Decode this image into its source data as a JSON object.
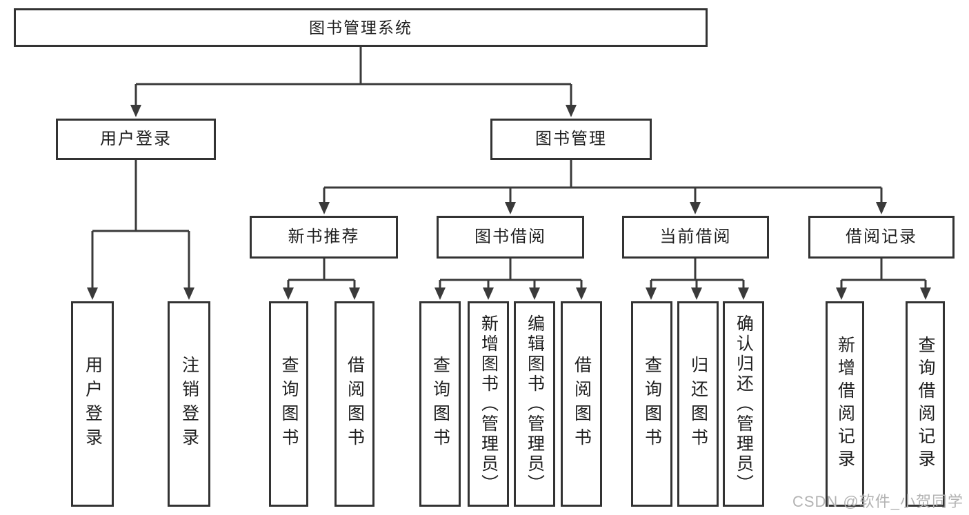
{
  "diagram_title": "图书管理系统",
  "tree": {
    "root": {
      "label": "图书管理系统"
    },
    "branches": [
      {
        "label": "用户登录",
        "children": [
          {
            "label": "用户登录"
          },
          {
            "label": "注销登录"
          }
        ]
      },
      {
        "label": "图书管理",
        "children": [
          {
            "label": "新书推荐",
            "children": [
              {
                "label": "查询图书"
              },
              {
                "label": "借阅图书"
              }
            ]
          },
          {
            "label": "图书借阅",
            "children": [
              {
                "label": "查询图书"
              },
              {
                "label": "新增图书（管理员）"
              },
              {
                "label": "编辑图书（管理员）"
              },
              {
                "label": "借阅图书"
              }
            ]
          },
          {
            "label": "当前借阅",
            "children": [
              {
                "label": "查询图书"
              },
              {
                "label": "归还图书"
              },
              {
                "label": "确认归还（管理员）"
              }
            ]
          },
          {
            "label": "借阅记录",
            "children": [
              {
                "label": "新增借阅记录"
              },
              {
                "label": "查询借阅记录"
              }
            ]
          }
        ]
      }
    ]
  },
  "colors": {
    "line": "#3a3a3a",
    "box_border": "#333333",
    "text": "#1f1f1f",
    "watermark": "#b3b3b3",
    "background": "#ffffff"
  },
  "watermark": {
    "text": "CSDN @软件_小贺同学"
  }
}
